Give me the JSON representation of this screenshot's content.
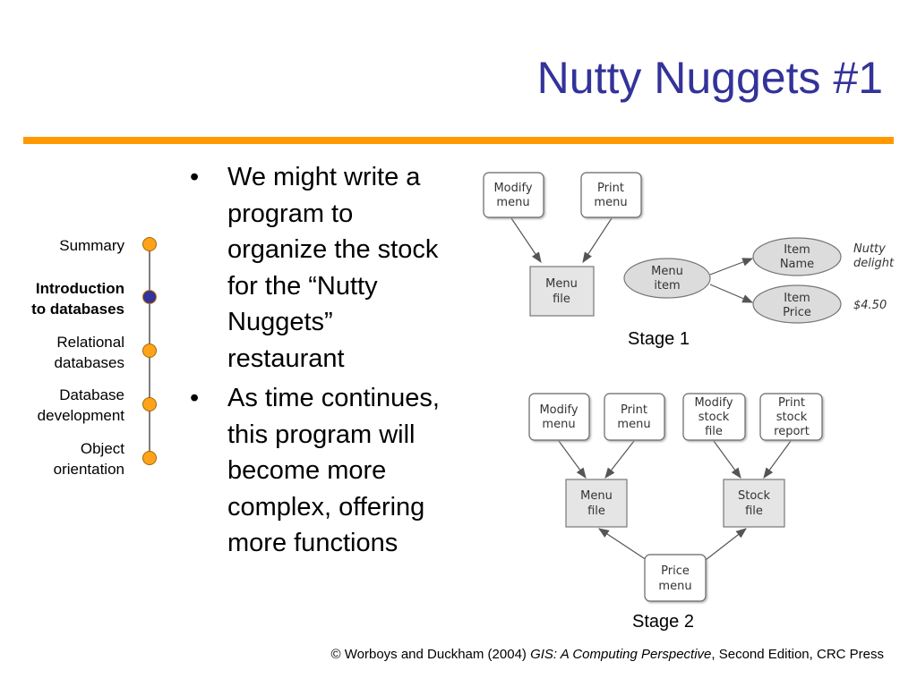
{
  "slide": {
    "title": "Nutty Nuggets #1"
  },
  "nav": {
    "items": [
      {
        "line1": "Summary",
        "line2": ""
      },
      {
        "line1": "Introduction",
        "line2": "to databases"
      },
      {
        "line1": "Relational",
        "line2": "databases"
      },
      {
        "line1": "Database",
        "line2": "development"
      },
      {
        "line1": "Object",
        "line2": "orientation"
      }
    ],
    "active_index": 1
  },
  "bullets": {
    "items": [
      {
        "lines": [
          "We might write a",
          "program to",
          "organize the stock",
          "for the “Nutty",
          "Nuggets”",
          "restaurant"
        ]
      },
      {
        "lines": [
          "As time continues,",
          "this program will",
          "become more",
          "complex, offering",
          "more functions"
        ]
      }
    ]
  },
  "stage1": {
    "label": "Stage 1",
    "modify_menu": [
      "Modify",
      "menu"
    ],
    "print_menu": [
      "Print",
      "menu"
    ],
    "menu_file": [
      "Menu",
      "file"
    ],
    "menu_item": [
      "Menu",
      "item"
    ],
    "item_name": [
      "Item",
      "Name"
    ],
    "item_price": [
      "Item",
      "Price"
    ],
    "name_value": [
      "Nutty",
      "delight"
    ],
    "price_value": "$4.50"
  },
  "stage2": {
    "label": "Stage 2",
    "modify_menu": [
      "Modify",
      "menu"
    ],
    "print_menu": [
      "Print",
      "menu"
    ],
    "modify_stock_file": [
      "Modify",
      "stock",
      "file"
    ],
    "print_stock_report": [
      "Print",
      "stock",
      "report"
    ],
    "menu_file": [
      "Menu",
      "file"
    ],
    "stock_file": [
      "Stock",
      "file"
    ],
    "price_menu": [
      "Price",
      "menu"
    ]
  },
  "credit": {
    "prefix": "©  Worboys and Duckham (2004) ",
    "book": "GIS: A Computing Perspective",
    "suffix": ", Second Edition, CRC Press"
  },
  "colors": {
    "title": "#333399",
    "rule": "#ff9900",
    "nav_dot": "#ffa31a",
    "nav_dot_active": "#333399"
  }
}
